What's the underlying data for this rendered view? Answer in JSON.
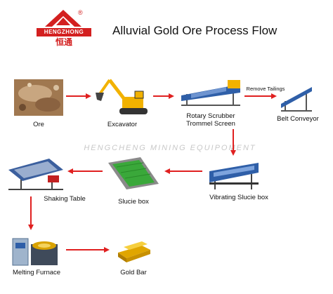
{
  "title": "Alluvial Gold Ore Process Flow",
  "logo": {
    "text": "HENGZHONG",
    "cn": "恒通",
    "reg": "®"
  },
  "watermark": "HENGCHENG MINING EQUIPOMENT",
  "colors": {
    "arrow": "#e02020",
    "brand": "#d32020"
  },
  "nodes": {
    "ore": "Ore",
    "excavator": "Excavator",
    "trommel_line1": "Rotary Scrubber",
    "trommel_line2": "Trommel Screen",
    "belt": "Belt Conveyor",
    "remove_tailings": "Remove Tailings",
    "vibrating": "Vibrating Slucie box",
    "sluice": "Slucie box",
    "shaking": "Shaking Table",
    "furnace": "Melting Furnace",
    "goldbar": "Gold Bar"
  }
}
